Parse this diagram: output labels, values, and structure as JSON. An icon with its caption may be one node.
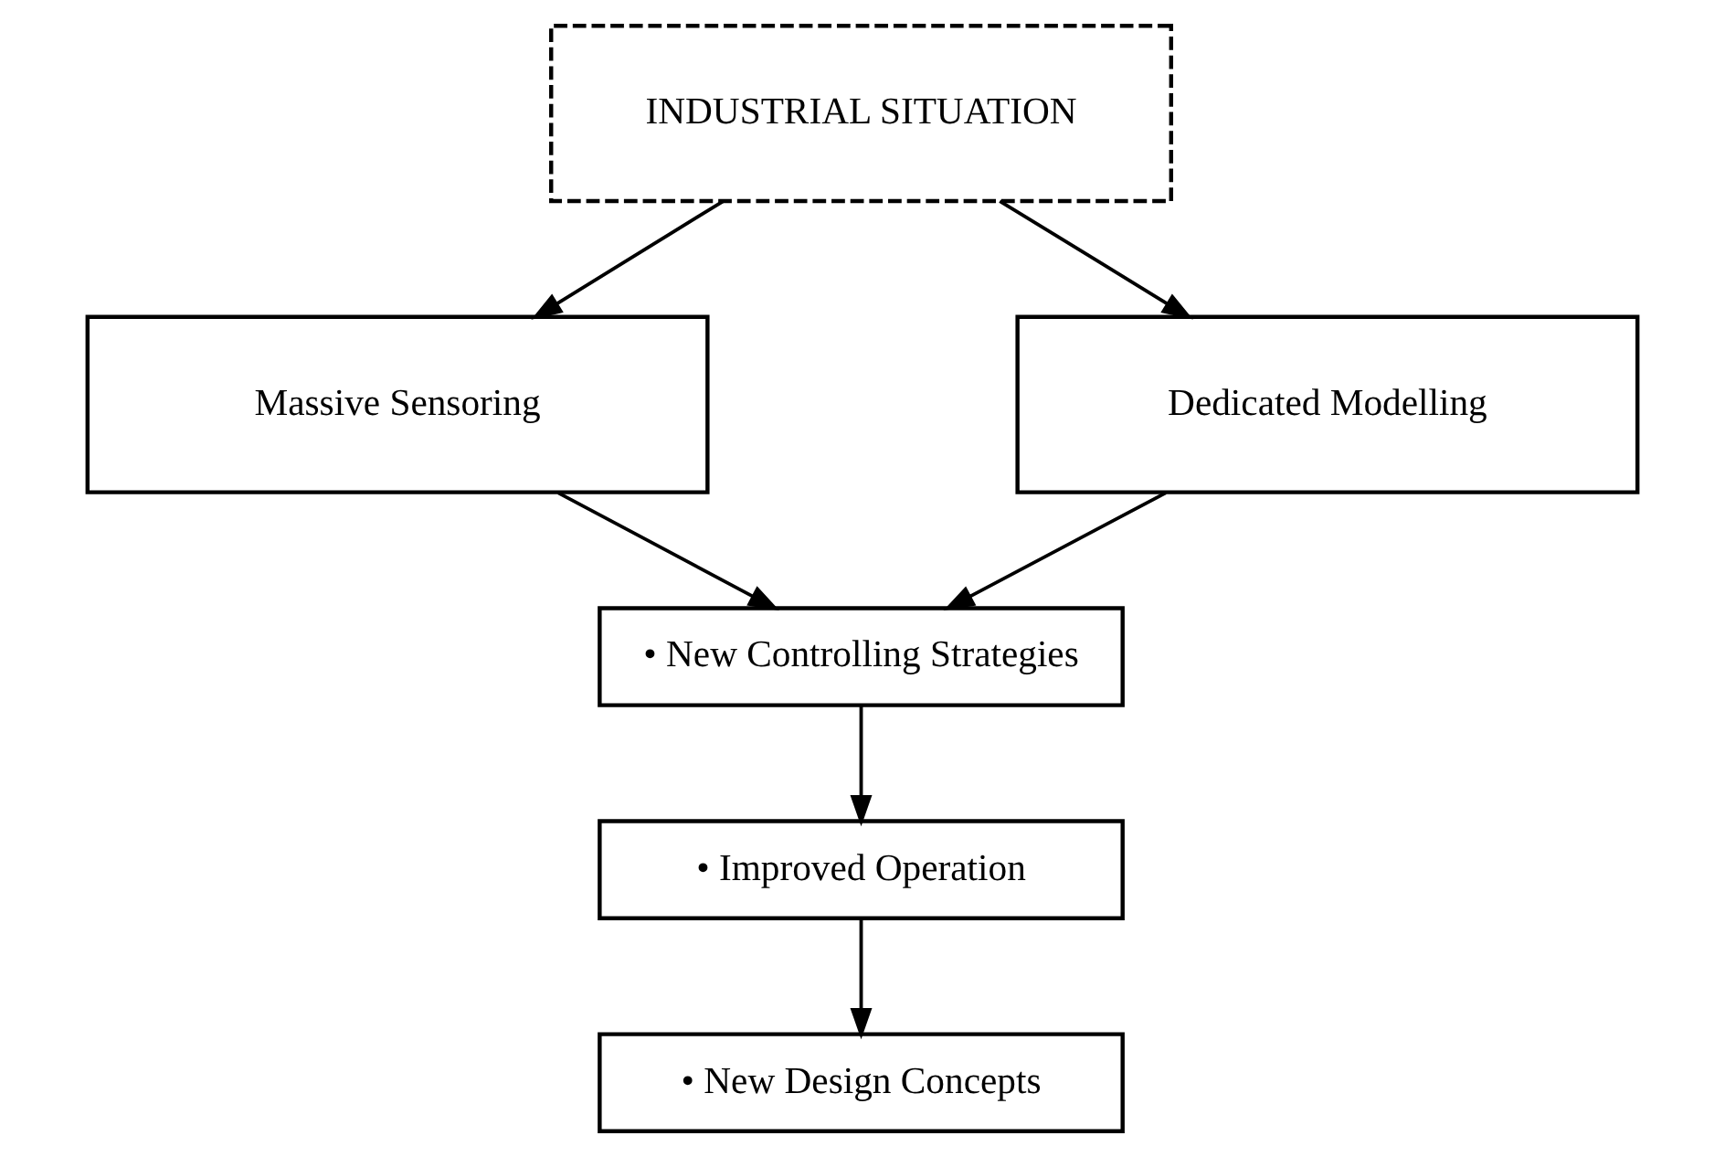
{
  "diagram": {
    "nodes": [
      {
        "text": [
          "INDUSTRIAL SITUATION"
        ]
      },
      {
        "text": [
          "Massive Sensoring"
        ]
      },
      {
        "text": [
          "Dedicated Modelling"
        ]
      },
      {
        "text": [
          "• New Controlling Strategies"
        ]
      },
      {
        "text": [
          "• Improved Operation"
        ]
      },
      {
        "text": [
          "• New Design Concepts"
        ]
      }
    ],
    "edges": [
      {
        "from": 0,
        "to": 1,
        "arrow": "to"
      },
      {
        "from": 0,
        "to": 2,
        "arrow": "to"
      },
      {
        "from": 1,
        "to": 3,
        "arrow": "to"
      },
      {
        "from": 2,
        "to": 3,
        "arrow": "to"
      },
      {
        "from": 3,
        "to": 4,
        "arrow": "to"
      },
      {
        "from": 4,
        "to": 5,
        "arrow": "to"
      }
    ]
  }
}
